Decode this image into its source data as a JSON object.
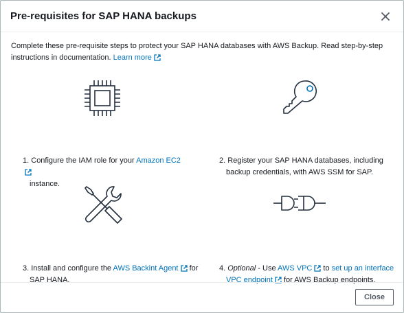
{
  "modal": {
    "title": "Pre-requisites for SAP HANA backups",
    "intro": "Complete these pre-requisite steps to protect your SAP HANA databases with AWS Backup. Read step-by-step instructions in documentation.",
    "learn_more": "Learn more",
    "close_label": "Close"
  },
  "steps": [
    {
      "number": "1.",
      "text_before": "Configure the IAM role for your",
      "link": "Amazon EC2",
      "text_after": "instance.",
      "illustration": "chip-icon"
    },
    {
      "number": "2.",
      "text": "Register your SAP HANA databases, including backup credentials, with AWS SSM for SAP.",
      "illustration": "key-icon"
    },
    {
      "number": "3.",
      "text_before": "Install and configure the",
      "link": "AWS Backint Agent",
      "text_after": "for SAP HANA.",
      "illustration": "tools-icon"
    },
    {
      "number": "4.",
      "optional": "Optional",
      "text_before": "- Use",
      "link1": "AWS VPC",
      "text_mid": "to",
      "link2": "set up an interface VPC endpoint",
      "text_after": "for AWS Backup endpoints.",
      "illustration": "plug-icon"
    }
  ],
  "colors": {
    "link": "#0073bb",
    "text": "#16191f",
    "icon_stroke": "#232f3e",
    "key_dot": "#0073bb"
  }
}
